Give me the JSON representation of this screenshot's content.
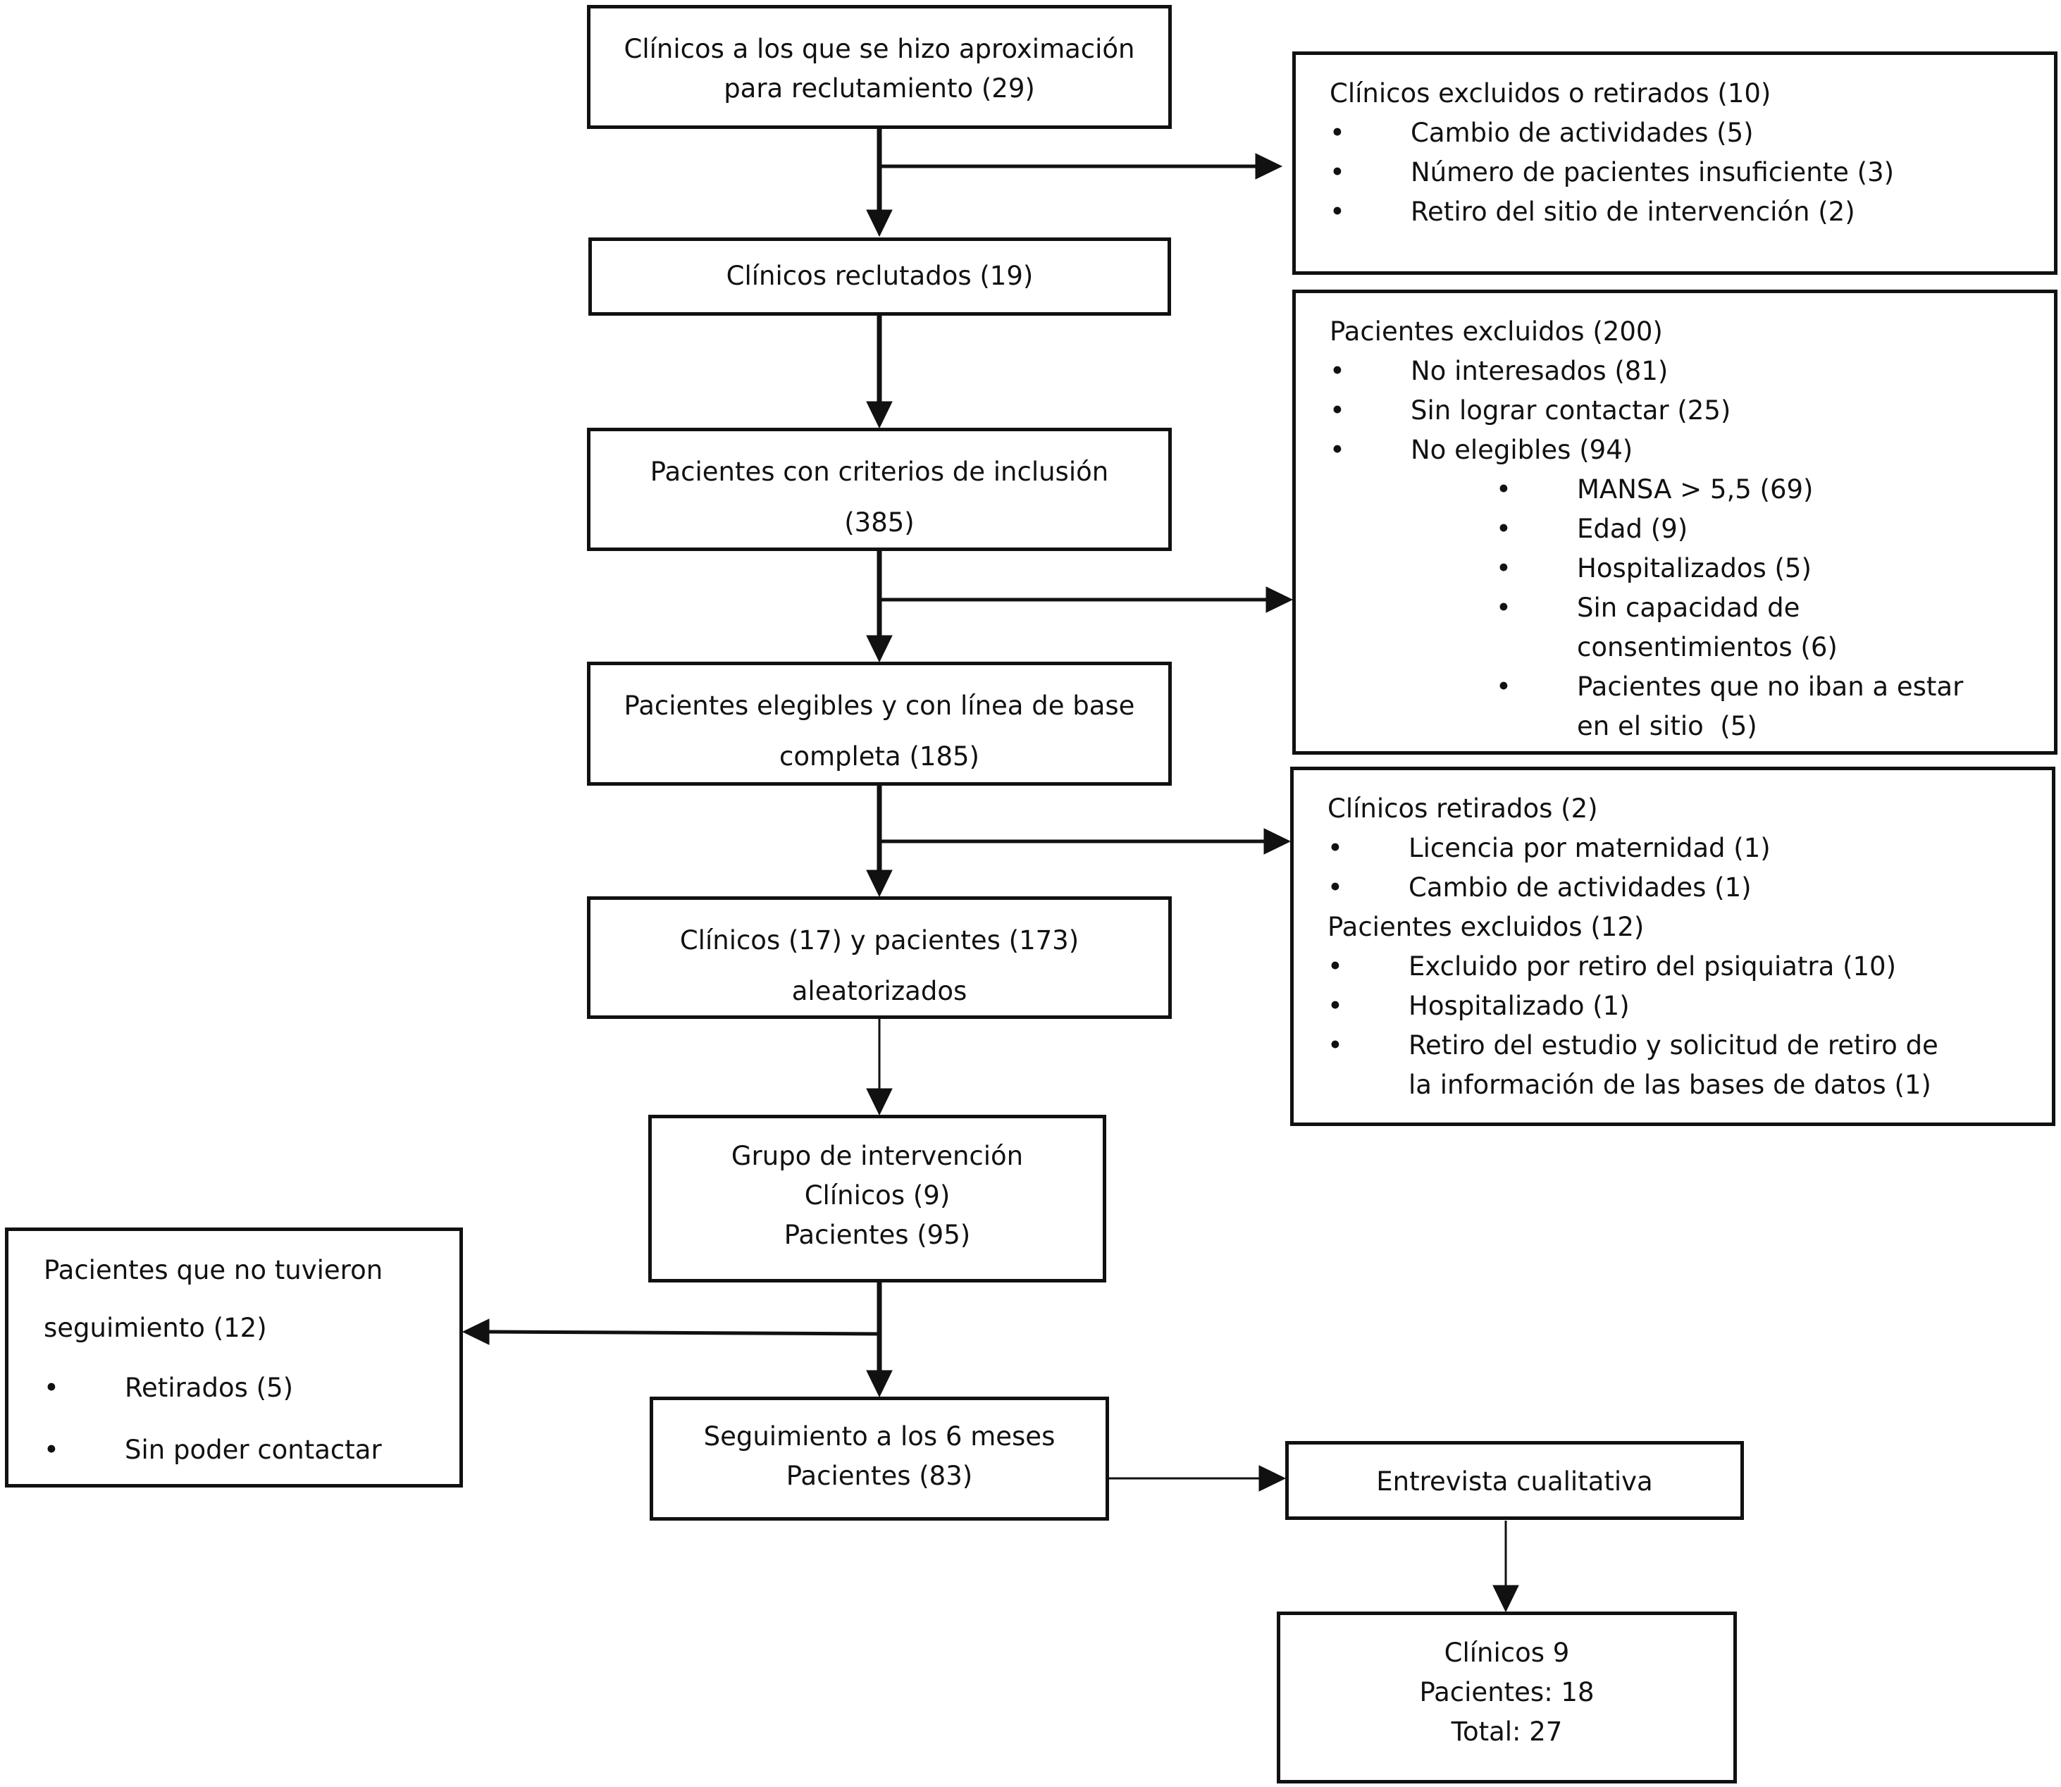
{
  "boxes": {
    "approached": {
      "lines": [
        "Clínicos a los que se hizo aproximación",
        "para reclutamiento (29)"
      ]
    },
    "recruited": {
      "lines": [
        "Clínicos reclutados (19)"
      ]
    },
    "inclusion": {
      "lines": [
        "Pacientes con criterios de inclusión",
        "(385)"
      ]
    },
    "eligible": {
      "lines": [
        "Pacientes elegibles y con línea de base",
        "completa (185)"
      ]
    },
    "randomized": {
      "lines": [
        "Clínicos (17) y pacientes (173)",
        "aleatorizados"
      ]
    },
    "intervention": {
      "lines": [
        "Grupo de intervención",
        "Clínicos (9)",
        "Pacientes (95)"
      ]
    },
    "followup": {
      "lines": [
        "Seguimiento a los 6 meses",
        "Pacientes (83)"
      ]
    },
    "interview": {
      "lines": [
        "Entrevista cualitativa"
      ]
    },
    "totals": {
      "lines": [
        "Clínicos 9",
        "Pacientes: 18",
        "Total: 27"
      ]
    }
  },
  "side_boxes": {
    "clinicians_excluded": {
      "title": "Clínicos excluidos o retirados (10)",
      "items": [
        "Cambio de actividades (5)",
        "Número de pacientes insuficiente (3)",
        "Retiro del sitio de intervención (2)"
      ]
    },
    "patients_excluded": {
      "title": "Pacientes excluidos (200)",
      "items": [
        "No interesados (81)",
        "Sin lograr contactar (25)",
        "No elegibles (94)"
      ],
      "subitems": [
        "MANSA > 5,5 (69)",
        "Edad (9)",
        "Hospitalizados (5)",
        "Sin capacidad de consentimientos (6)",
        "Pacientes que no iban a estar en el sitio  (5)"
      ]
    },
    "withdrawn": {
      "title1": "Clínicos retirados (2)",
      "items1": [
        "Licencia por maternidad (1)",
        "Cambio de actividades (1)"
      ],
      "title2": "Pacientes excluidos (12)",
      "items2": [
        "Excluido por retiro del psiquiatra (10)",
        "Hospitalizado (1)",
        "Retiro del estudio y solicitud de retiro de la información de las bases de datos (1)"
      ]
    },
    "no_followup": {
      "title": "Pacientes que no tuvieron seguimiento (12)",
      "items": [
        "Retirados (5)",
        "Sin poder contactar"
      ]
    }
  },
  "bullet_symbol": "•"
}
